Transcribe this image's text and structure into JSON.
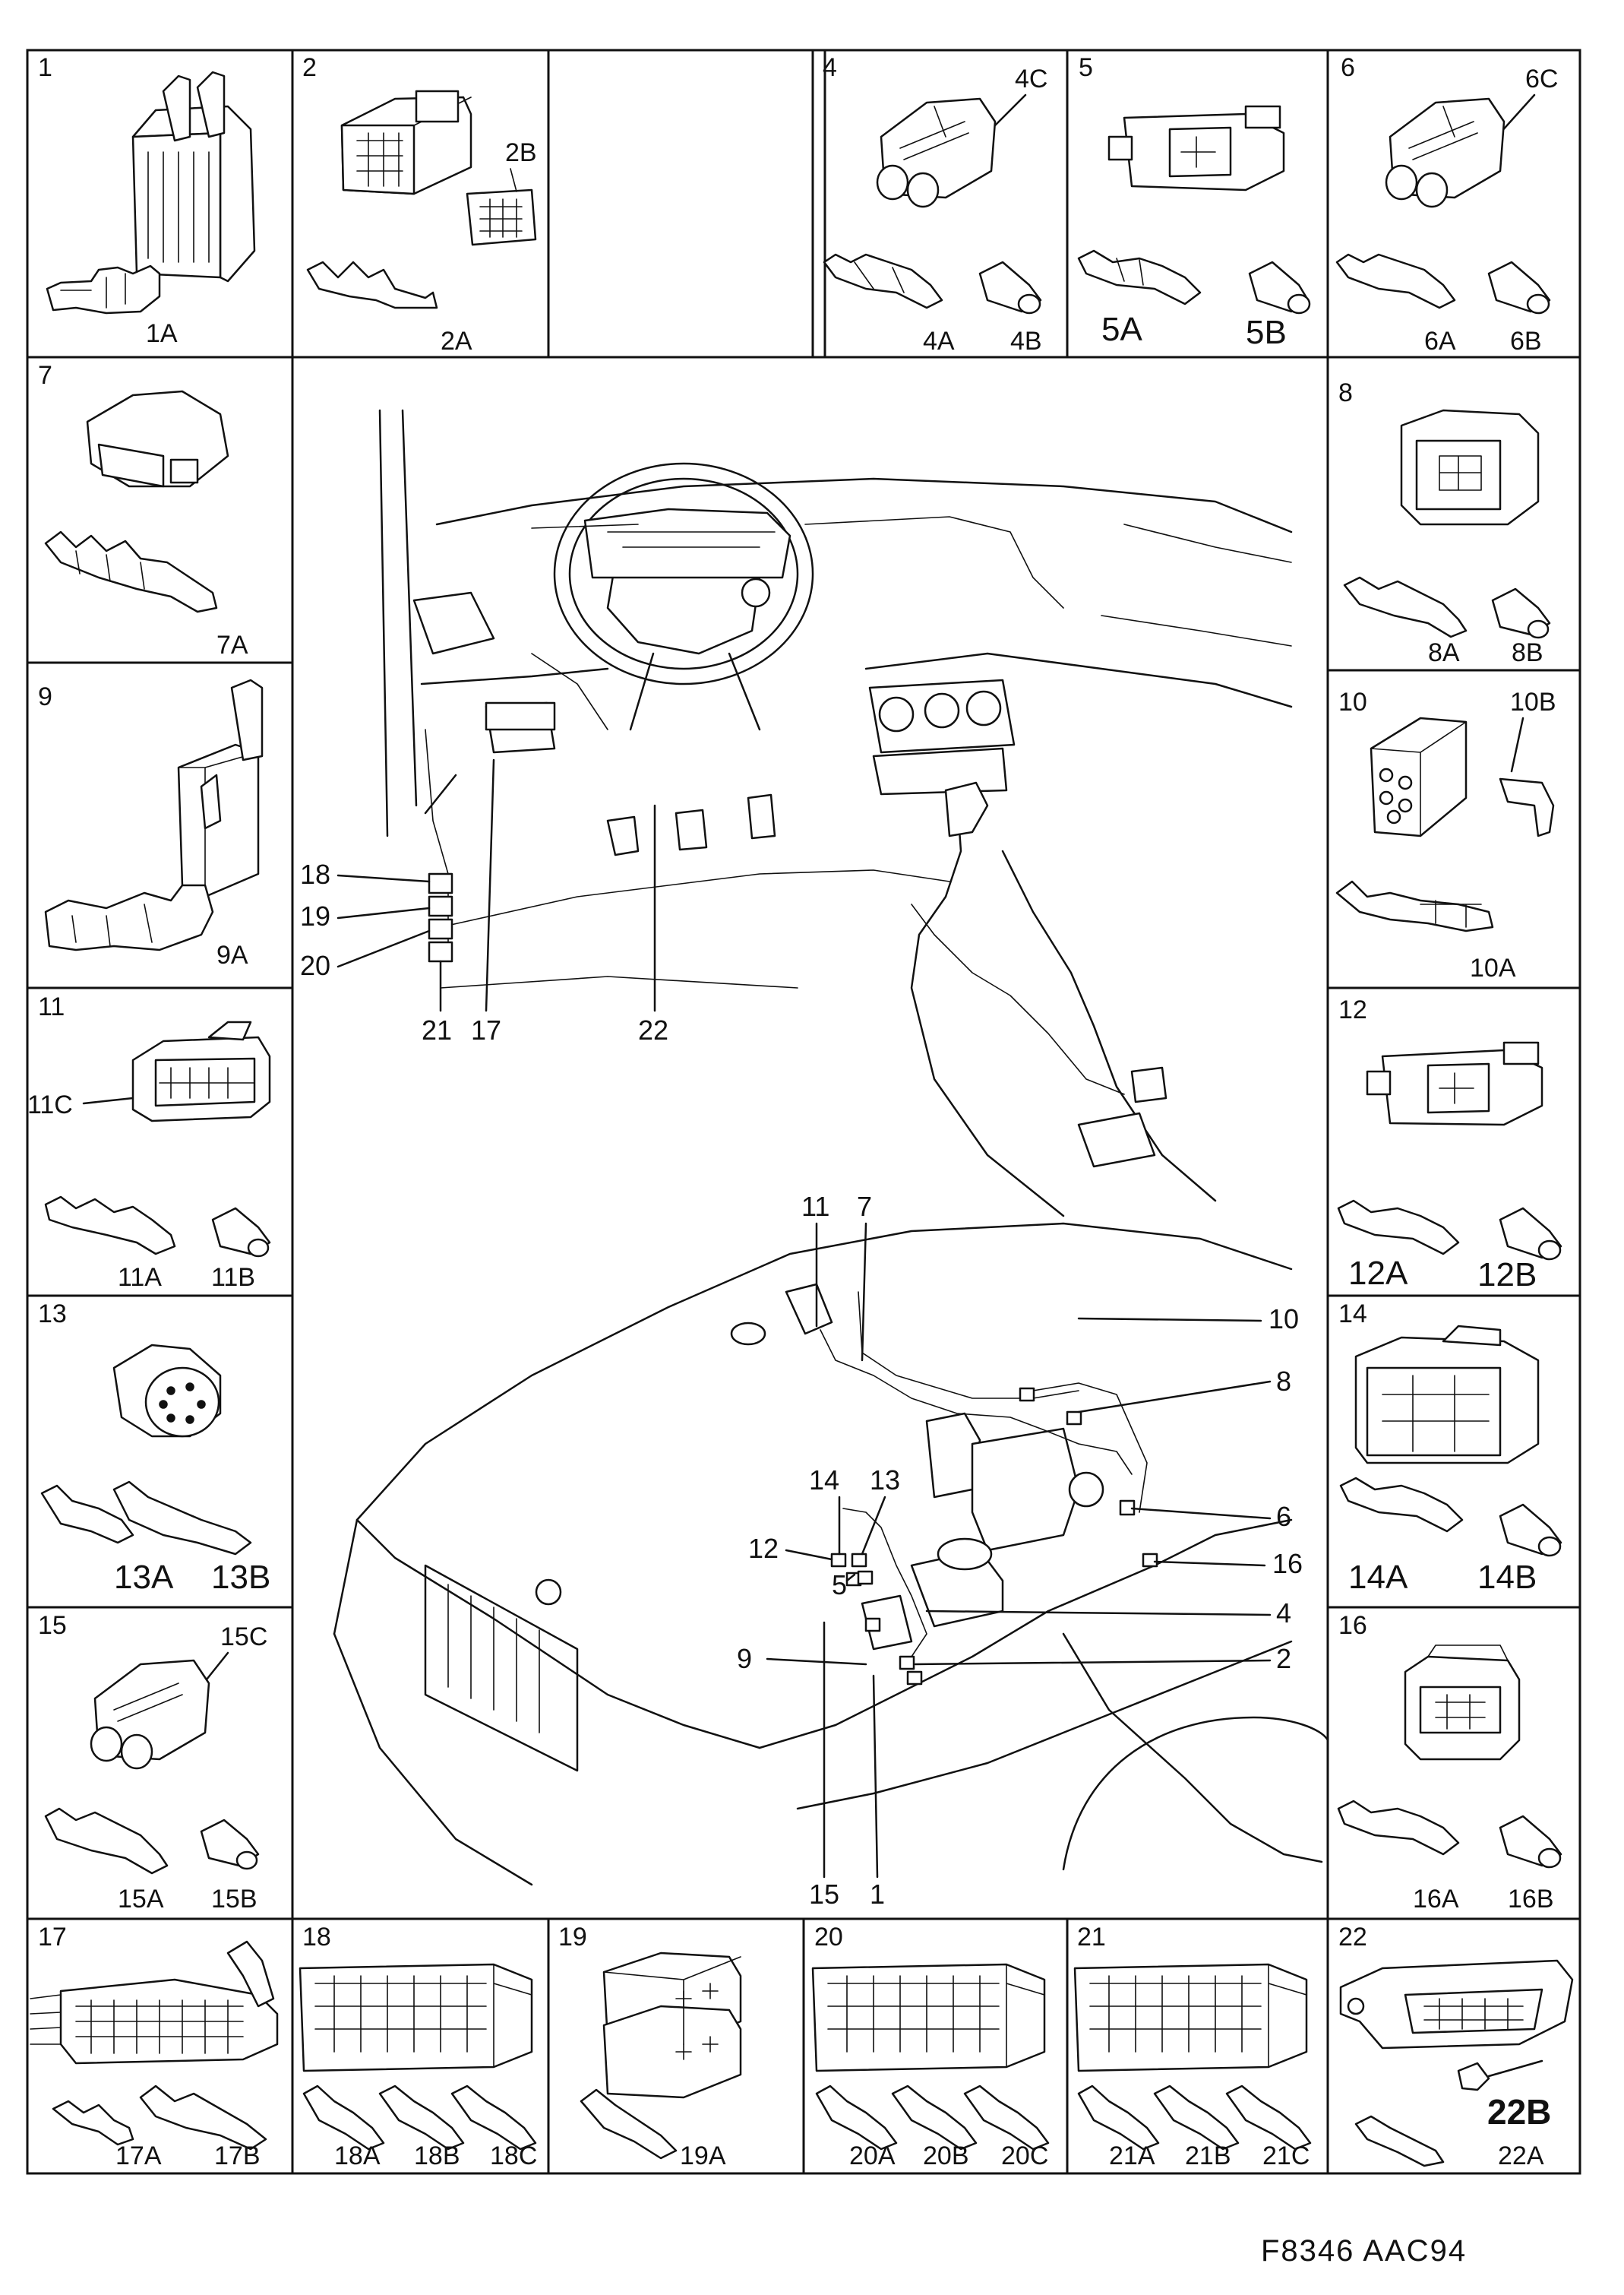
{
  "panels": [
    {
      "number": "1",
      "labels": [
        "1A"
      ]
    },
    {
      "number": "2",
      "labels": [
        "2A",
        "2B"
      ]
    },
    {
      "number": "",
      "labels": []
    },
    {
      "number": "4",
      "labels": [
        "4A",
        "4B",
        "4C"
      ]
    },
    {
      "number": "5",
      "labels": [
        "5A",
        "5B"
      ]
    },
    {
      "number": "6",
      "labels": [
        "6A",
        "6B",
        "6C"
      ]
    },
    {
      "number": "7",
      "labels": [
        "7A"
      ]
    },
    {
      "number": "8",
      "labels": [
        "8A",
        "8B"
      ]
    },
    {
      "number": "9",
      "labels": [
        "9A"
      ]
    },
    {
      "number": "10",
      "labels": [
        "10A",
        "10B"
      ]
    },
    {
      "number": "11",
      "labels": [
        "11A",
        "11B",
        "11C"
      ]
    },
    {
      "number": "12",
      "labels": [
        "12A",
        "12B"
      ]
    },
    {
      "number": "13",
      "labels": [
        "13A",
        "13B"
      ]
    },
    {
      "number": "14",
      "labels": [
        "14A",
        "14B"
      ]
    },
    {
      "number": "15",
      "labels": [
        "15A",
        "15B",
        "15C"
      ]
    },
    {
      "number": "16",
      "labels": [
        "16A",
        "16B"
      ]
    },
    {
      "number": "17",
      "labels": [
        "17A",
        "17B"
      ]
    },
    {
      "number": "18",
      "labels": [
        "18A",
        "18B",
        "18C"
      ]
    },
    {
      "number": "19",
      "labels": [
        "19A"
      ]
    },
    {
      "number": "20",
      "labels": [
        "20A",
        "20B",
        "20C"
      ]
    },
    {
      "number": "21",
      "labels": [
        "21A",
        "21B",
        "21C"
      ]
    },
    {
      "number": "22",
      "labels": [
        "22A",
        "22B"
      ]
    }
  ],
  "callouts_dashboard": [
    "18",
    "19",
    "20",
    "21",
    "17",
    "22"
  ],
  "callouts_engine": [
    "11",
    "7",
    "10",
    "8",
    "14",
    "13",
    "12",
    "5",
    "6",
    "16",
    "4",
    "9",
    "2",
    "15",
    "1"
  ],
  "footer_code": "F8346  AAC94"
}
